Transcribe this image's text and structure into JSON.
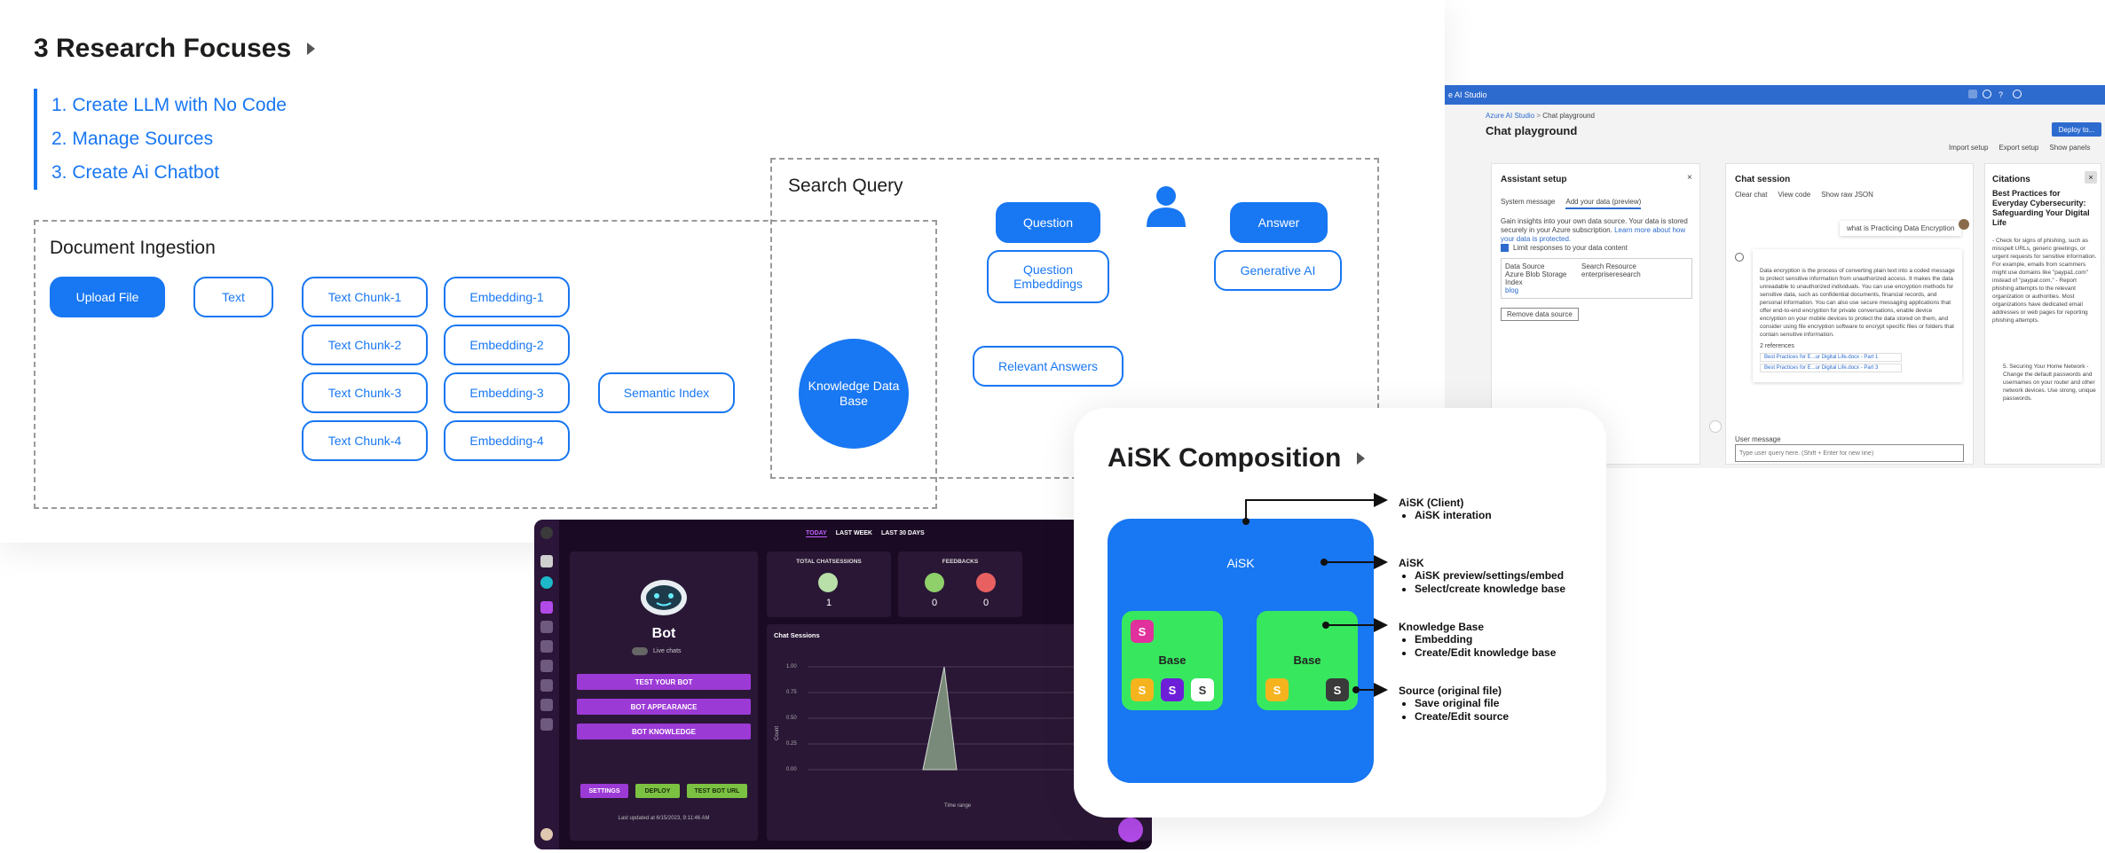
{
  "research": {
    "title": "3 Research Focuses",
    "focuses": [
      "1. Create LLM with No Code",
      "2. Manage Sources",
      "3. Create Ai Chatbot"
    ],
    "ingestion": {
      "title": "Document Ingestion",
      "upload": "Upload File",
      "text": "Text",
      "chunks": [
        "Text Chunk-1",
        "Text Chunk-2",
        "Text Chunk-3",
        "Text Chunk-4"
      ],
      "embeddings": [
        "Embedding-1",
        "Embedding-2",
        "Embedding-3",
        "Embedding-4"
      ],
      "semantic": "Semantic Index",
      "kb": "Knowledge Data Base"
    },
    "search": {
      "title": "Search Query",
      "question": "Question",
      "question_emb": "Question Embeddings",
      "answer": "Answer",
      "gen_ai": "Generative AI",
      "relevant": "Relevant Answers"
    },
    "colors": {
      "accent": "#1877f2"
    }
  },
  "azure": {
    "brand": "e AI Studio",
    "breadcrumb": [
      "Azure AI Studio",
      "Chat playground"
    ],
    "page_title": "Chat playground",
    "deploy": "Deploy to...",
    "toolbar": [
      "Import setup",
      "Export setup",
      "Show panels"
    ],
    "assistant": {
      "title": "Assistant setup",
      "tabs": [
        "System message",
        "Add your data (preview)"
      ],
      "intro": "Gain insights into your own data source. Your data is stored securely in your Azure subscription.",
      "learn": "Learn more about how your data is protected.",
      "limit": "Limit responses to your data content",
      "ds_label": "Data Source",
      "ds_value": "Azure Blob Storage",
      "idx_label": "Index",
      "idx_value": "blog",
      "sr_label": "Search Resource",
      "sr_value": "enterpriseresearch",
      "remove": "Remove data source"
    },
    "chat": {
      "title": "Chat session",
      "tools": [
        "Clear chat",
        "View code",
        "Show raw JSON"
      ],
      "user_msg": "what is Practicing Data Encryption",
      "answer": "Data encryption is the process of converting plain text into a coded message to protect sensitive information from unauthorized access. It makes the data unreadable to unauthorized individuals. You can use encryption methods for sensitive data, such as confidential documents, financial records, and personal information. You can also use secure messaging applications that offer end-to-end encryption for private conversations, enable device encryption on your mobile devices to protect the data stored on them, and consider using file encryption software to encrypt specific files or folders that contain sensitive information.",
      "refs_label": "2 references",
      "refs": [
        "Best Practices for E...ur Digital Life.docx - Part 1",
        "Best Practices for E...ur Digital Life.docx - Part 3"
      ],
      "user_label": "User message",
      "placeholder": "Type user query here. (Shift + Enter for new line)"
    },
    "citations": {
      "title": "Citations",
      "doc_title": "Best Practices for Everyday Cybersecurity: Safeguarding Your Digital Life",
      "body": "- Check for signs of phishing, such as misspelt URLs, generic greetings, or urgent requests for sensitive information. For example, emails from scammers might use domains like \"paypa1.com\" instead of \"paypal.com.\" - Report phishing attempts to the relevant organization or authorities. Most organizations have dedicated email addresses or web pages for reporting phishing attempts.",
      "item5": "5. Securing Your Home Network - Change the default passwords and usernames on your router and other network devices. Use strong, unique passwords."
    }
  },
  "bot": {
    "tabs": [
      "TODAY",
      "LAST WEEK",
      "LAST 30 DAYS"
    ],
    "name": "Bot",
    "live": "Live chats",
    "buttons": [
      "TEST YOUR BOT",
      "BOT APPEARANCE",
      "BOT KNOWLEDGE"
    ],
    "small_buttons": [
      "SETTINGS",
      "DEPLOY",
      "TEST BOT URL"
    ],
    "updated": "Last updated at 6/15/2023, 9:11:46 AM",
    "total_label": "TOTAL CHATSESSIONS",
    "total_value": "1",
    "feedback_label": "FEEDBACKS",
    "fb_up": "0",
    "fb_down": "0",
    "chart_title": "Chat Sessions",
    "y_label": "Count",
    "x_label": "Time range",
    "y_ticks": [
      "1.00",
      "0.75",
      "0.50",
      "0.25",
      "0.00"
    ]
  },
  "aisk": {
    "title": "AiSK Composition",
    "core": "AiSK",
    "base": "Base",
    "chip": "S",
    "legend": [
      {
        "title": "AiSK (Client)",
        "items": [
          "AiSK interation"
        ]
      },
      {
        "title": "AiSK",
        "items": [
          "AiSK preview/settings/embed",
          "Select/create knowledge base"
        ]
      },
      {
        "title": "Knowledge Base",
        "items": [
          "Embedding",
          "Create/Edit knowledge base"
        ]
      },
      {
        "title": "Source (original file)",
        "items": [
          "Save original file",
          "Create/Edit source"
        ]
      }
    ]
  }
}
